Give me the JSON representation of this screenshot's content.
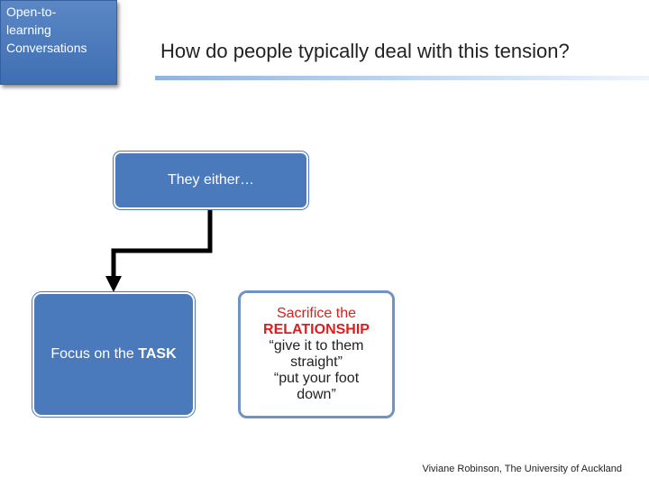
{
  "badge": {
    "lines": [
      "Open-to-",
      "learning",
      "Conversations"
    ]
  },
  "title": "How do people typically deal with this tension?",
  "diagram": {
    "top_box": "They either…",
    "left_box": {
      "prefix": "Focus on the ",
      "bold": "TASK"
    },
    "right_box": {
      "line1": "Sacrifice the",
      "line2": "RELATIONSHIP",
      "line3": "“give it to them",
      "line4": "straight”",
      "line5": "“put your foot",
      "line6": "down”"
    }
  },
  "footer": "Viviane Robinson, The University of Auckland",
  "colors": {
    "box_fill": "#4a79bc",
    "accent_red": "#d9201f",
    "outline_blue": "#6f93c6"
  }
}
